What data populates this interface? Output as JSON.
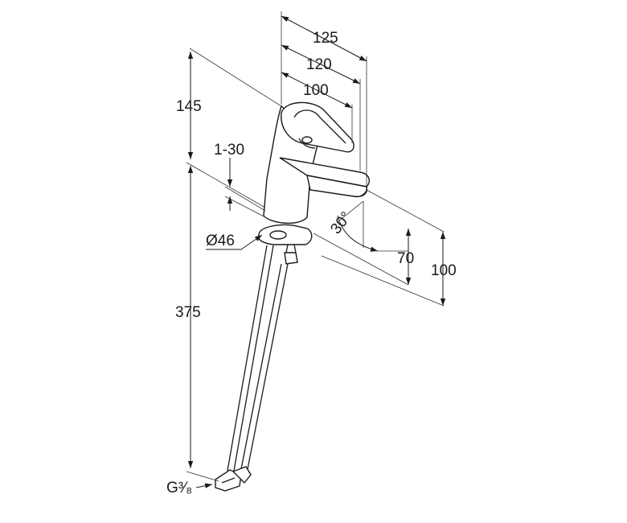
{
  "drawing": {
    "subject": "faucet",
    "dimensions": {
      "overall_reach": "125",
      "lever_reach": "120",
      "spout_reach": "100",
      "height_above_deck": "145",
      "deck_thickness": "1-30",
      "base_diameter": "Ø46",
      "hose_length": "375",
      "spout_angle": "30°",
      "spout_clearance": "70",
      "spout_height": "100",
      "connection_thread": "G³⁄₈"
    }
  }
}
